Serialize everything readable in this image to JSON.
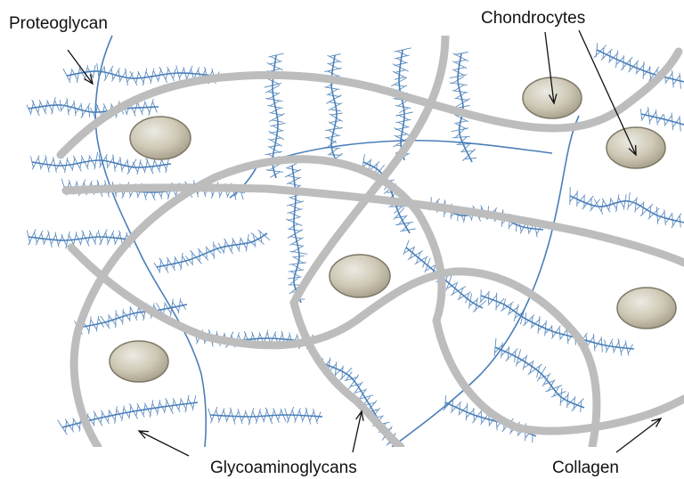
{
  "labels": {
    "proteoglycan": "Proteoglycan",
    "chondrocytes": "Chondrocytes",
    "glycoaminoglycans": "Glycoaminoglycans",
    "collagen": "Collagen"
  },
  "colors": {
    "collagen": "#bdbdbd",
    "gag": "#4a7fb8",
    "cell_fill": "#cfc9b6",
    "cell_stroke": "#7d7866",
    "text": "#111111"
  },
  "components": {
    "chondrocyte_count": 6
  }
}
